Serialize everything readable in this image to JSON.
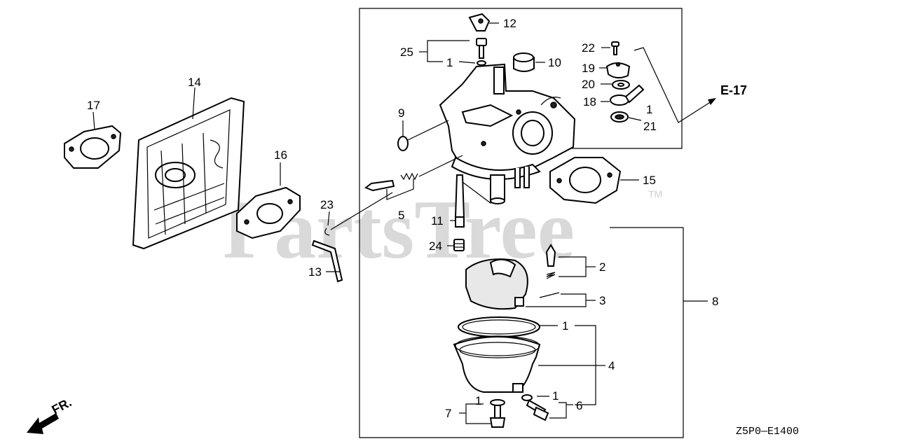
{
  "watermark": "PartsTree",
  "trademark": "TM",
  "diagram_code": "Z5P0—E1400",
  "direction_label": "FR.",
  "reference_label": "E-17",
  "callouts": {
    "p1a": "1",
    "p1b": "1",
    "p1c": "1",
    "p1d": "1",
    "p1e": "1",
    "p2": "2",
    "p3": "3",
    "p4": "4",
    "p5": "5",
    "p6": "6",
    "p7": "7",
    "p8": "8",
    "p9": "9",
    "p10": "10",
    "p11": "11",
    "p12": "12",
    "p13": "13",
    "p14": "14",
    "p15": "15",
    "p16": "16",
    "p17": "17",
    "p18": "18",
    "p19": "19",
    "p20": "20",
    "p21": "21",
    "p22": "22",
    "p23": "23",
    "p24": "24",
    "p25": "25"
  }
}
